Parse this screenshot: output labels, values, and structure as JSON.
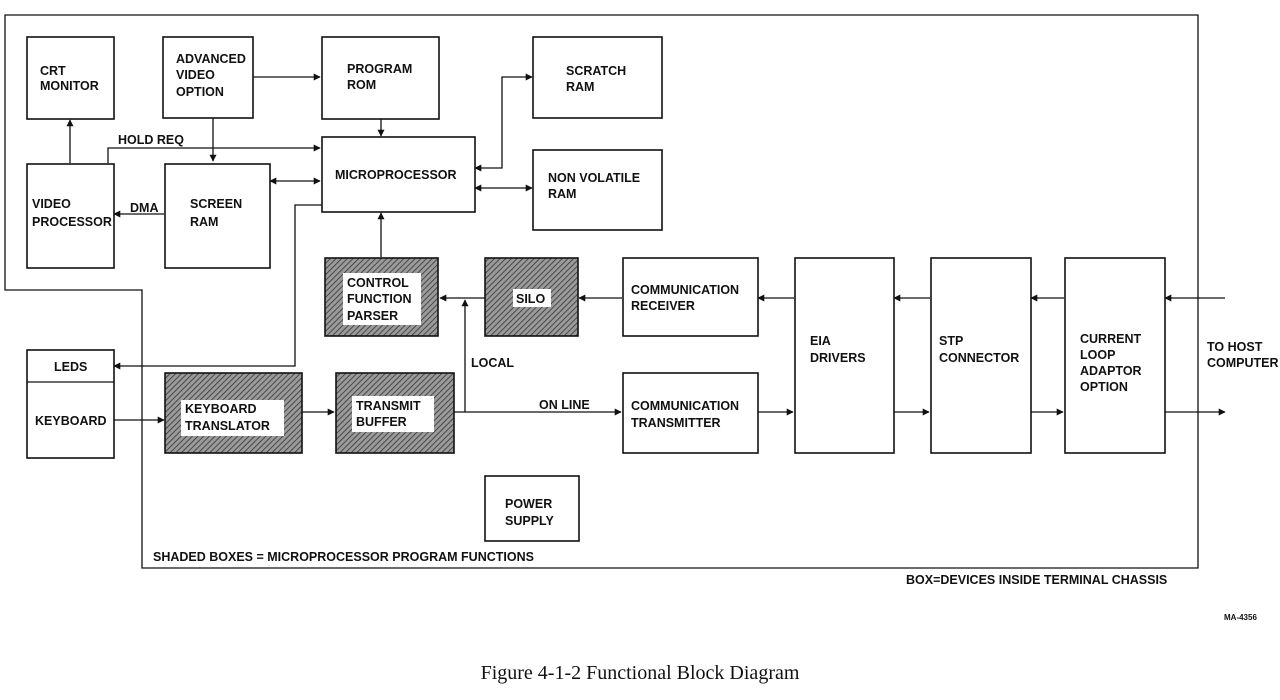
{
  "blocks": {
    "crt_monitor": [
      "CRT",
      "MONITOR"
    ],
    "advanced_video_option": [
      "ADVANCED",
      "VIDEO",
      "OPTION"
    ],
    "program_rom": [
      "PROGRAM",
      "ROM"
    ],
    "scratch_ram": [
      "SCRATCH",
      "RAM"
    ],
    "microprocessor": [
      "MICROPROCESSOR"
    ],
    "non_volatile_ram": [
      "NON VOLATILE",
      "RAM"
    ],
    "video_processor": [
      "VIDEO",
      "PROCESSOR"
    ],
    "screen_ram": [
      "SCREEN",
      "RAM"
    ],
    "control_function_parser": [
      "CONTROL",
      "FUNCTION",
      "PARSER"
    ],
    "silo": [
      "SILO"
    ],
    "communication_receiver": [
      "COMMUNICATION",
      "RECEIVER"
    ],
    "eia_drivers": [
      "EIA",
      "DRIVERS"
    ],
    "stp_connector": [
      "STP",
      "CONNECTOR"
    ],
    "current_loop_adaptor_option": [
      "CURRENT",
      "LOOP",
      "ADAPTOR",
      "OPTION"
    ],
    "leds": [
      "LEDS"
    ],
    "keyboard": [
      "KEYBOARD"
    ],
    "keyboard_translator": [
      "KEYBOARD",
      "TRANSLATOR"
    ],
    "transmit_buffer": [
      "TRANSMIT",
      "BUFFER"
    ],
    "communication_transmitter": [
      "COMMUNICATION",
      "TRANSMITTER"
    ],
    "power_supply": [
      "POWER",
      "SUPPLY"
    ]
  },
  "labels": {
    "hold_req": "HOLD REQ",
    "dma": "DMA",
    "local": "LOCAL",
    "on_line": "ON LINE",
    "to_host_computer": [
      "TO HOST",
      "COMPUTER"
    ]
  },
  "notes": {
    "shaded_boxes": "SHADED BOXES = MICROPROCESSOR PROGRAM FUNCTIONS",
    "box_devices": "BOX=DEVICES INSIDE TERMINAL CHASSIS",
    "figure_id": "MA-4356"
  },
  "caption": "Figure 4-1-2 Functional Block Diagram"
}
